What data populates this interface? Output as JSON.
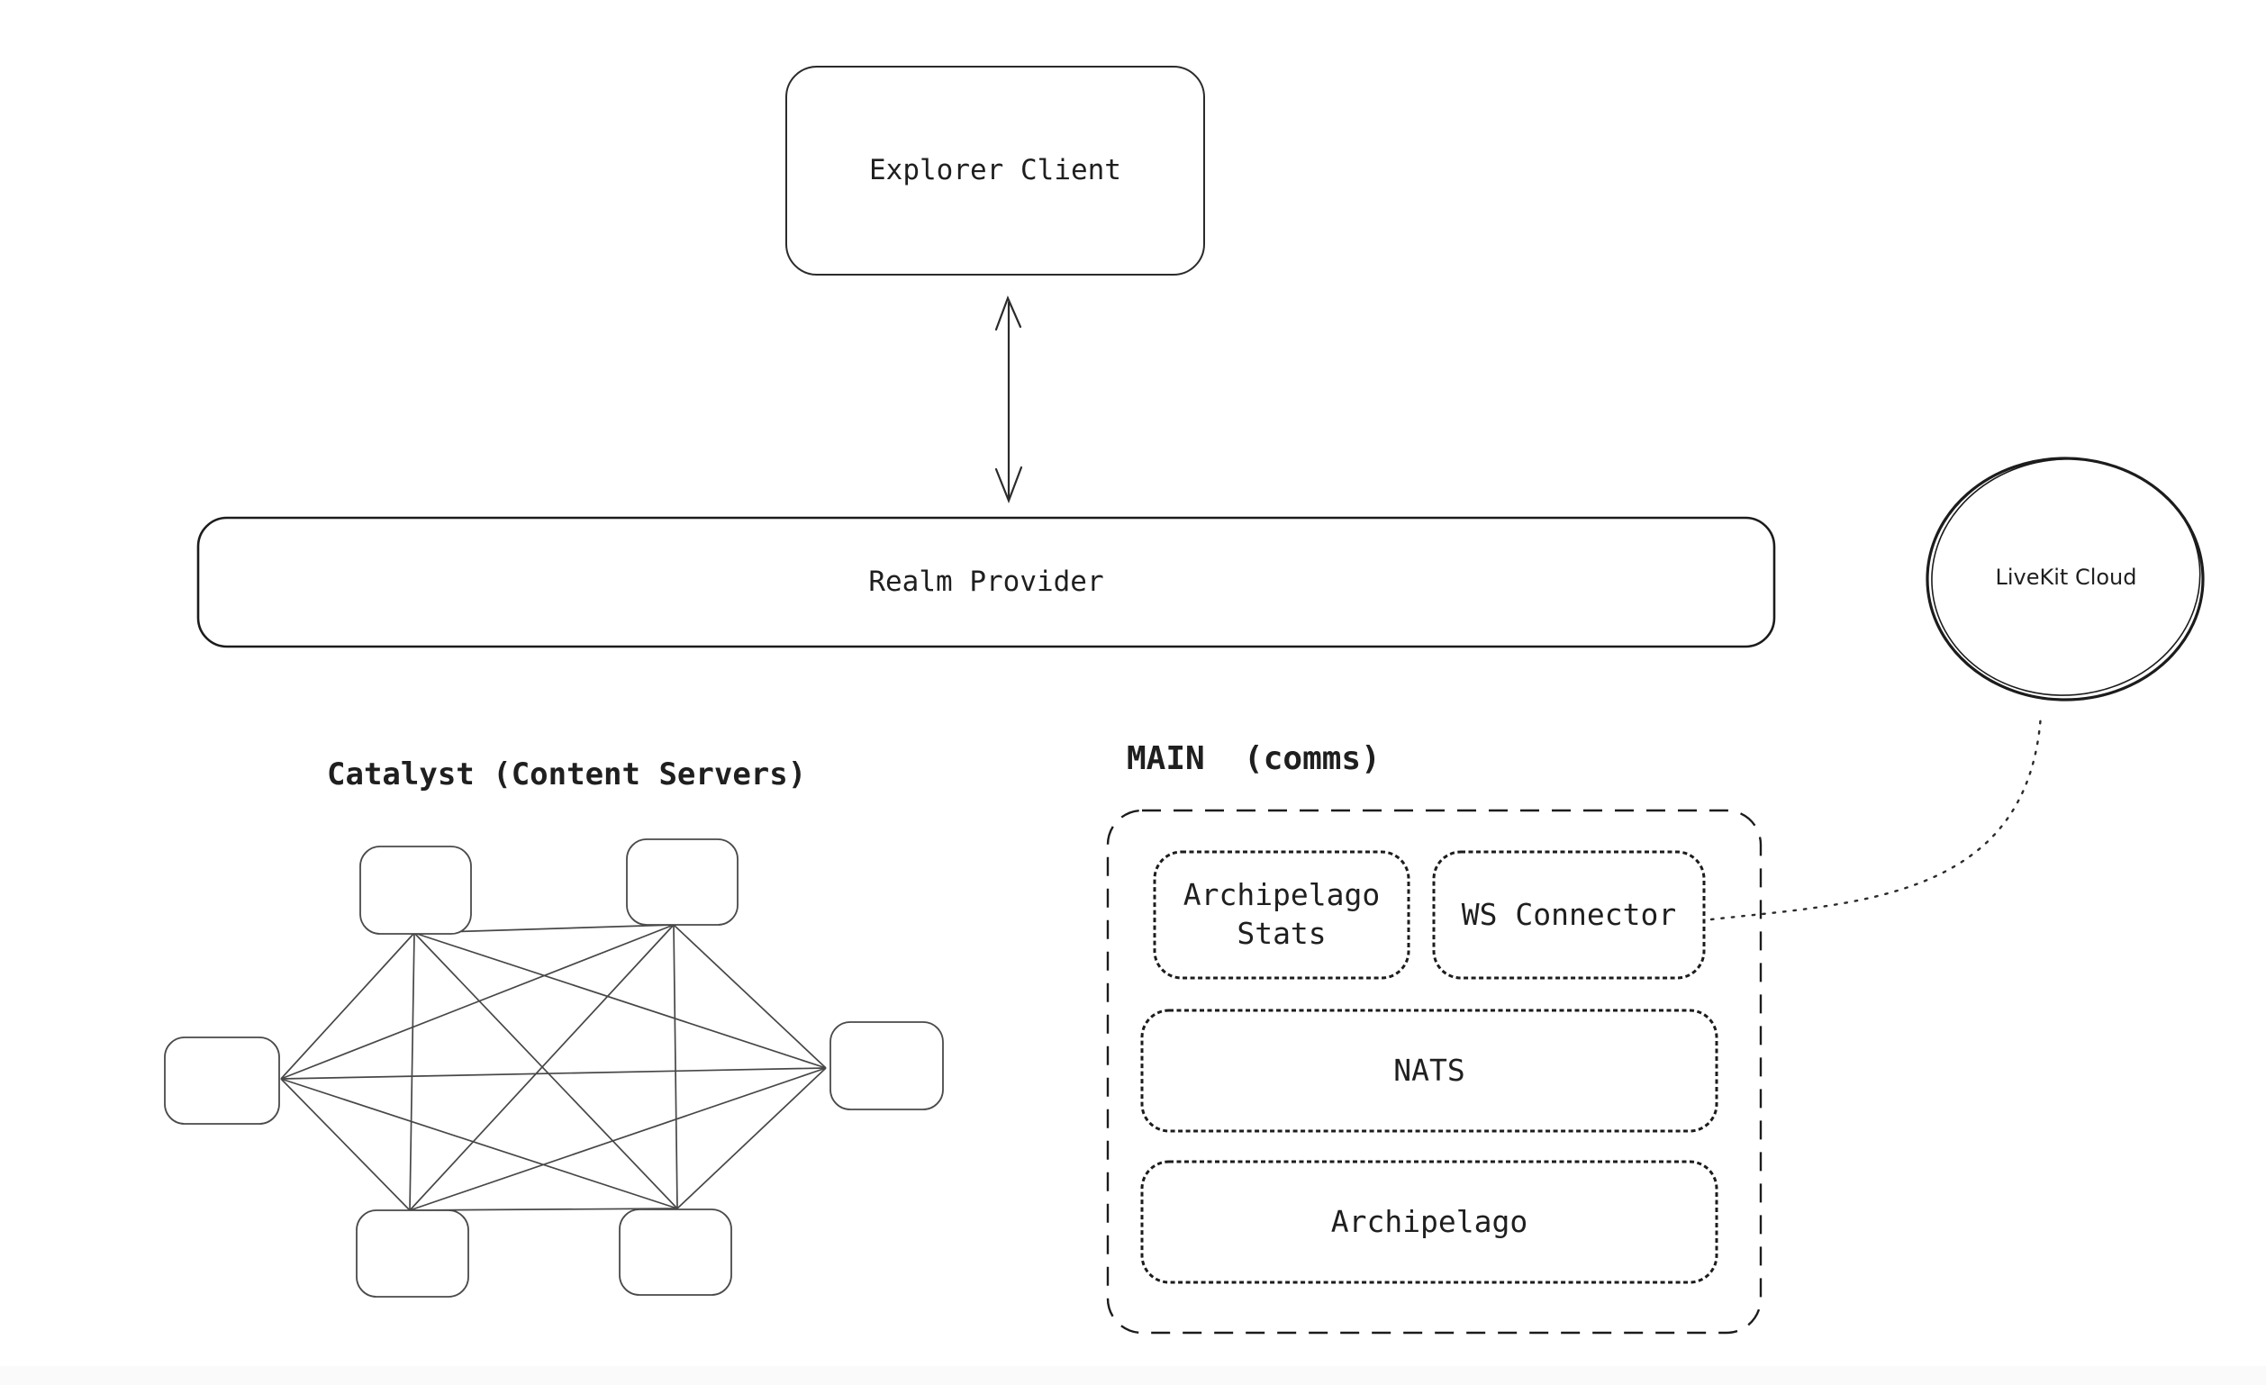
{
  "palette": {
    "ink": "#1f1f1f",
    "background": "#ffffff",
    "bottom_strip": "#fafafa",
    "mesh_stroke": "#474747"
  },
  "explorer_client": {
    "label": "Explorer Client"
  },
  "realm_provider": {
    "label": "Realm Provider"
  },
  "livekit_cloud": {
    "label": "LiveKit Cloud"
  },
  "catalyst": {
    "title": "Catalyst (Content Servers)",
    "server_count": 6
  },
  "main_group": {
    "title": "MAIN  (comms)",
    "boxes": [
      {
        "label": "Archipelago Stats"
      },
      {
        "label": "WS Connector"
      },
      {
        "label": "NATS"
      },
      {
        "label": "Archipelago"
      }
    ]
  }
}
